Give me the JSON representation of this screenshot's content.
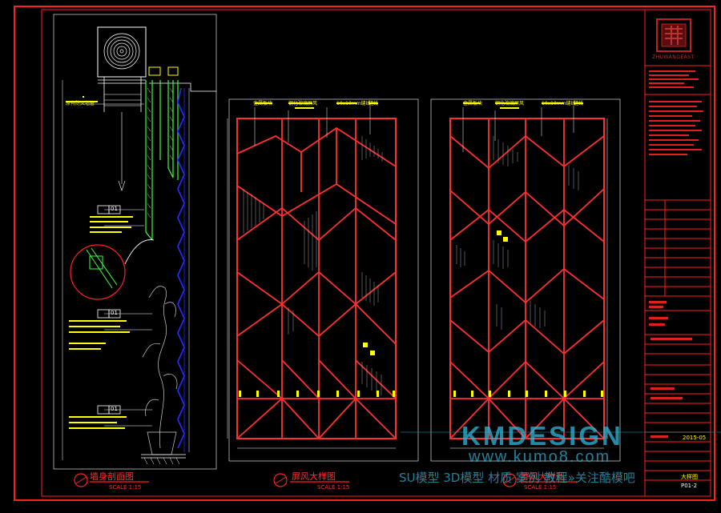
{
  "drawing": {
    "titles": {
      "section": "墙身剖面图",
      "screen_left": "屏风大样图",
      "screen_right": "屏风大样图"
    },
    "scales": {
      "section": "SCALE 1:15",
      "screen_left": "SCALE 1:15",
      "screen_right": "SCALE 1:15"
    },
    "left_labels": {
      "top_note": "原有防火墙管",
      "ref_numbers": [
        "01",
        "01",
        "01"
      ]
    },
    "screen_labels": {
      "a": "金属板块",
      "b": "钢化玻璃屏风",
      "c": "10x10mm缝线",
      "d": "缝线"
    },
    "title_block": {
      "logo_text": "ZHUWANGEAST",
      "date": "2015-05",
      "project": "大样图",
      "sheet_no": "P01-2"
    }
  },
  "watermark": {
    "brand": "KMDESIGN",
    "url": "www.kumo8.com",
    "tagline": "SU模型 3D模型 材质 案例 教程»关注酷模吧"
  },
  "colors": {
    "frame": "#ff2020",
    "screen": "#ff3030",
    "accent_green": "#3cff3c",
    "accent_blue": "#2a2aff",
    "label": "#ffff00"
  }
}
